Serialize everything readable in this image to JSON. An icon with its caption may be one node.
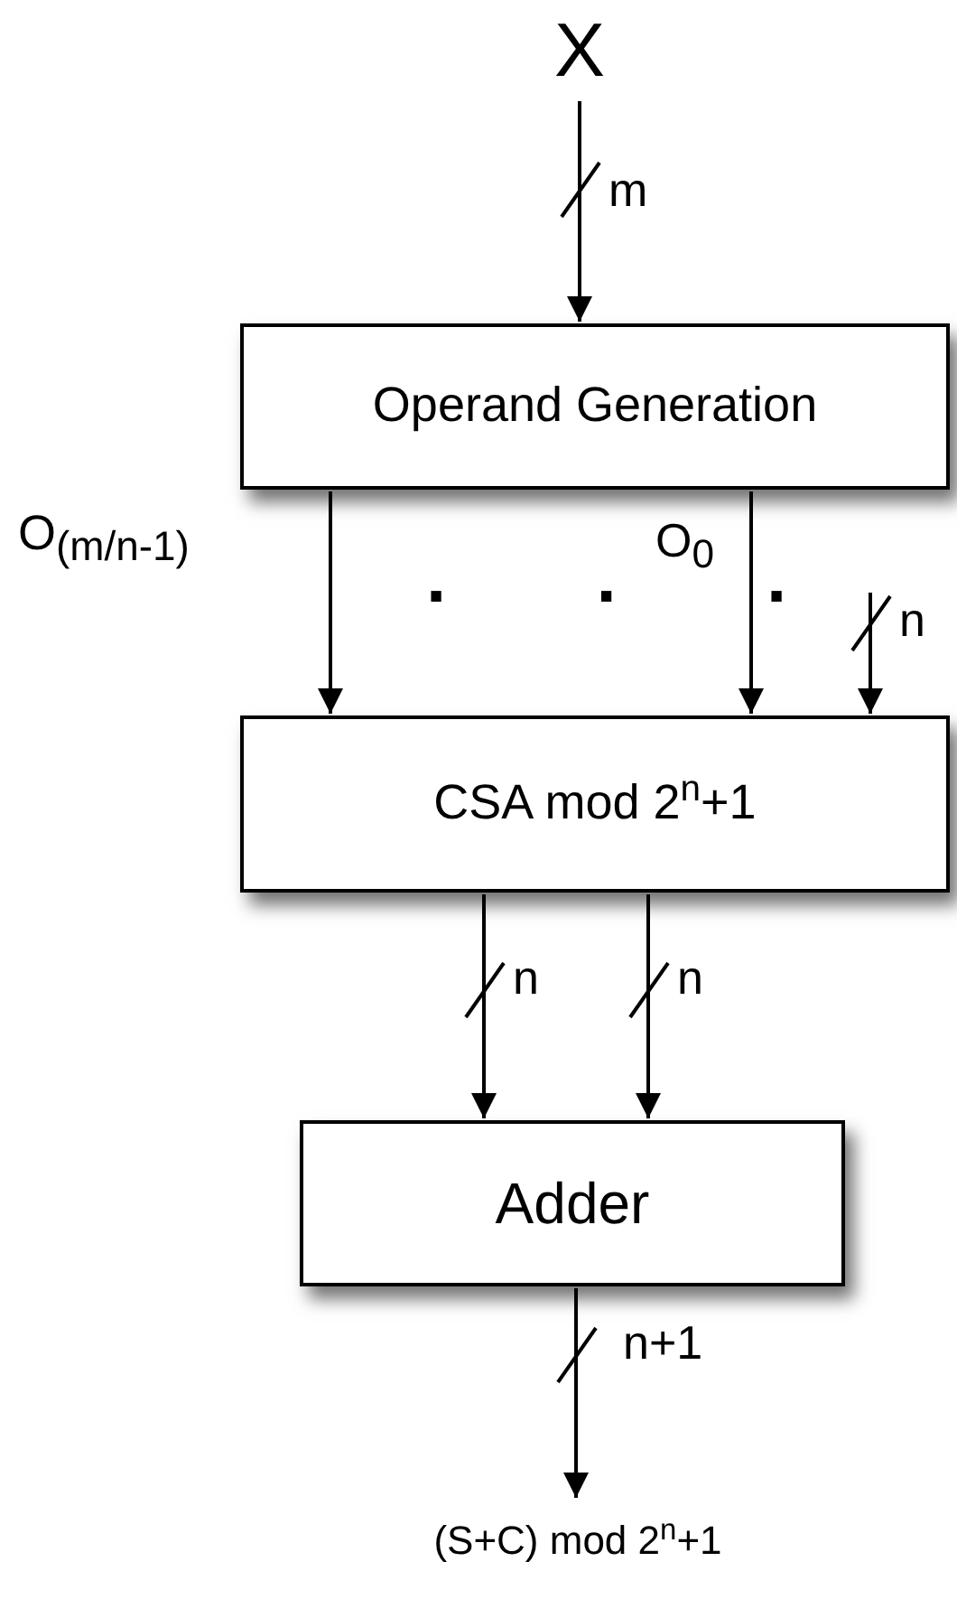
{
  "diagram": {
    "nodes": [
      {
        "text": [
          "X"
        ]
      },
      {
        "text": [
          "Operand Generation"
        ]
      },
      {
        "text": [
          "CSA mod 2$^{n}$+1"
        ]
      },
      {
        "text": [
          "Adder"
        ]
      },
      {
        "text": [
          "(S+C) mod 2$^{n}$+1"
        ]
      }
    ],
    "edges": [
      {
        "from": 0,
        "to": 1,
        "arrow": "to",
        "label": "m"
      },
      {
        "from": 1,
        "to": 2,
        "arrow": "to",
        "label": "O$_{(m/n-1)}$"
      },
      {
        "from": 1,
        "to": 2,
        "arrow": "to",
        "label": "O$_{0}$"
      },
      {
        "from": null,
        "to": 2,
        "arrow": "to",
        "label": "n"
      },
      {
        "from": 2,
        "to": 3,
        "arrow": "to",
        "label": "n"
      },
      {
        "from": 2,
        "to": 3,
        "arrow": "to",
        "label": "n"
      },
      {
        "from": 3,
        "to": 4,
        "arrow": "to",
        "label": "n+1"
      }
    ],
    "labels": [
      ". . ."
    ]
  }
}
